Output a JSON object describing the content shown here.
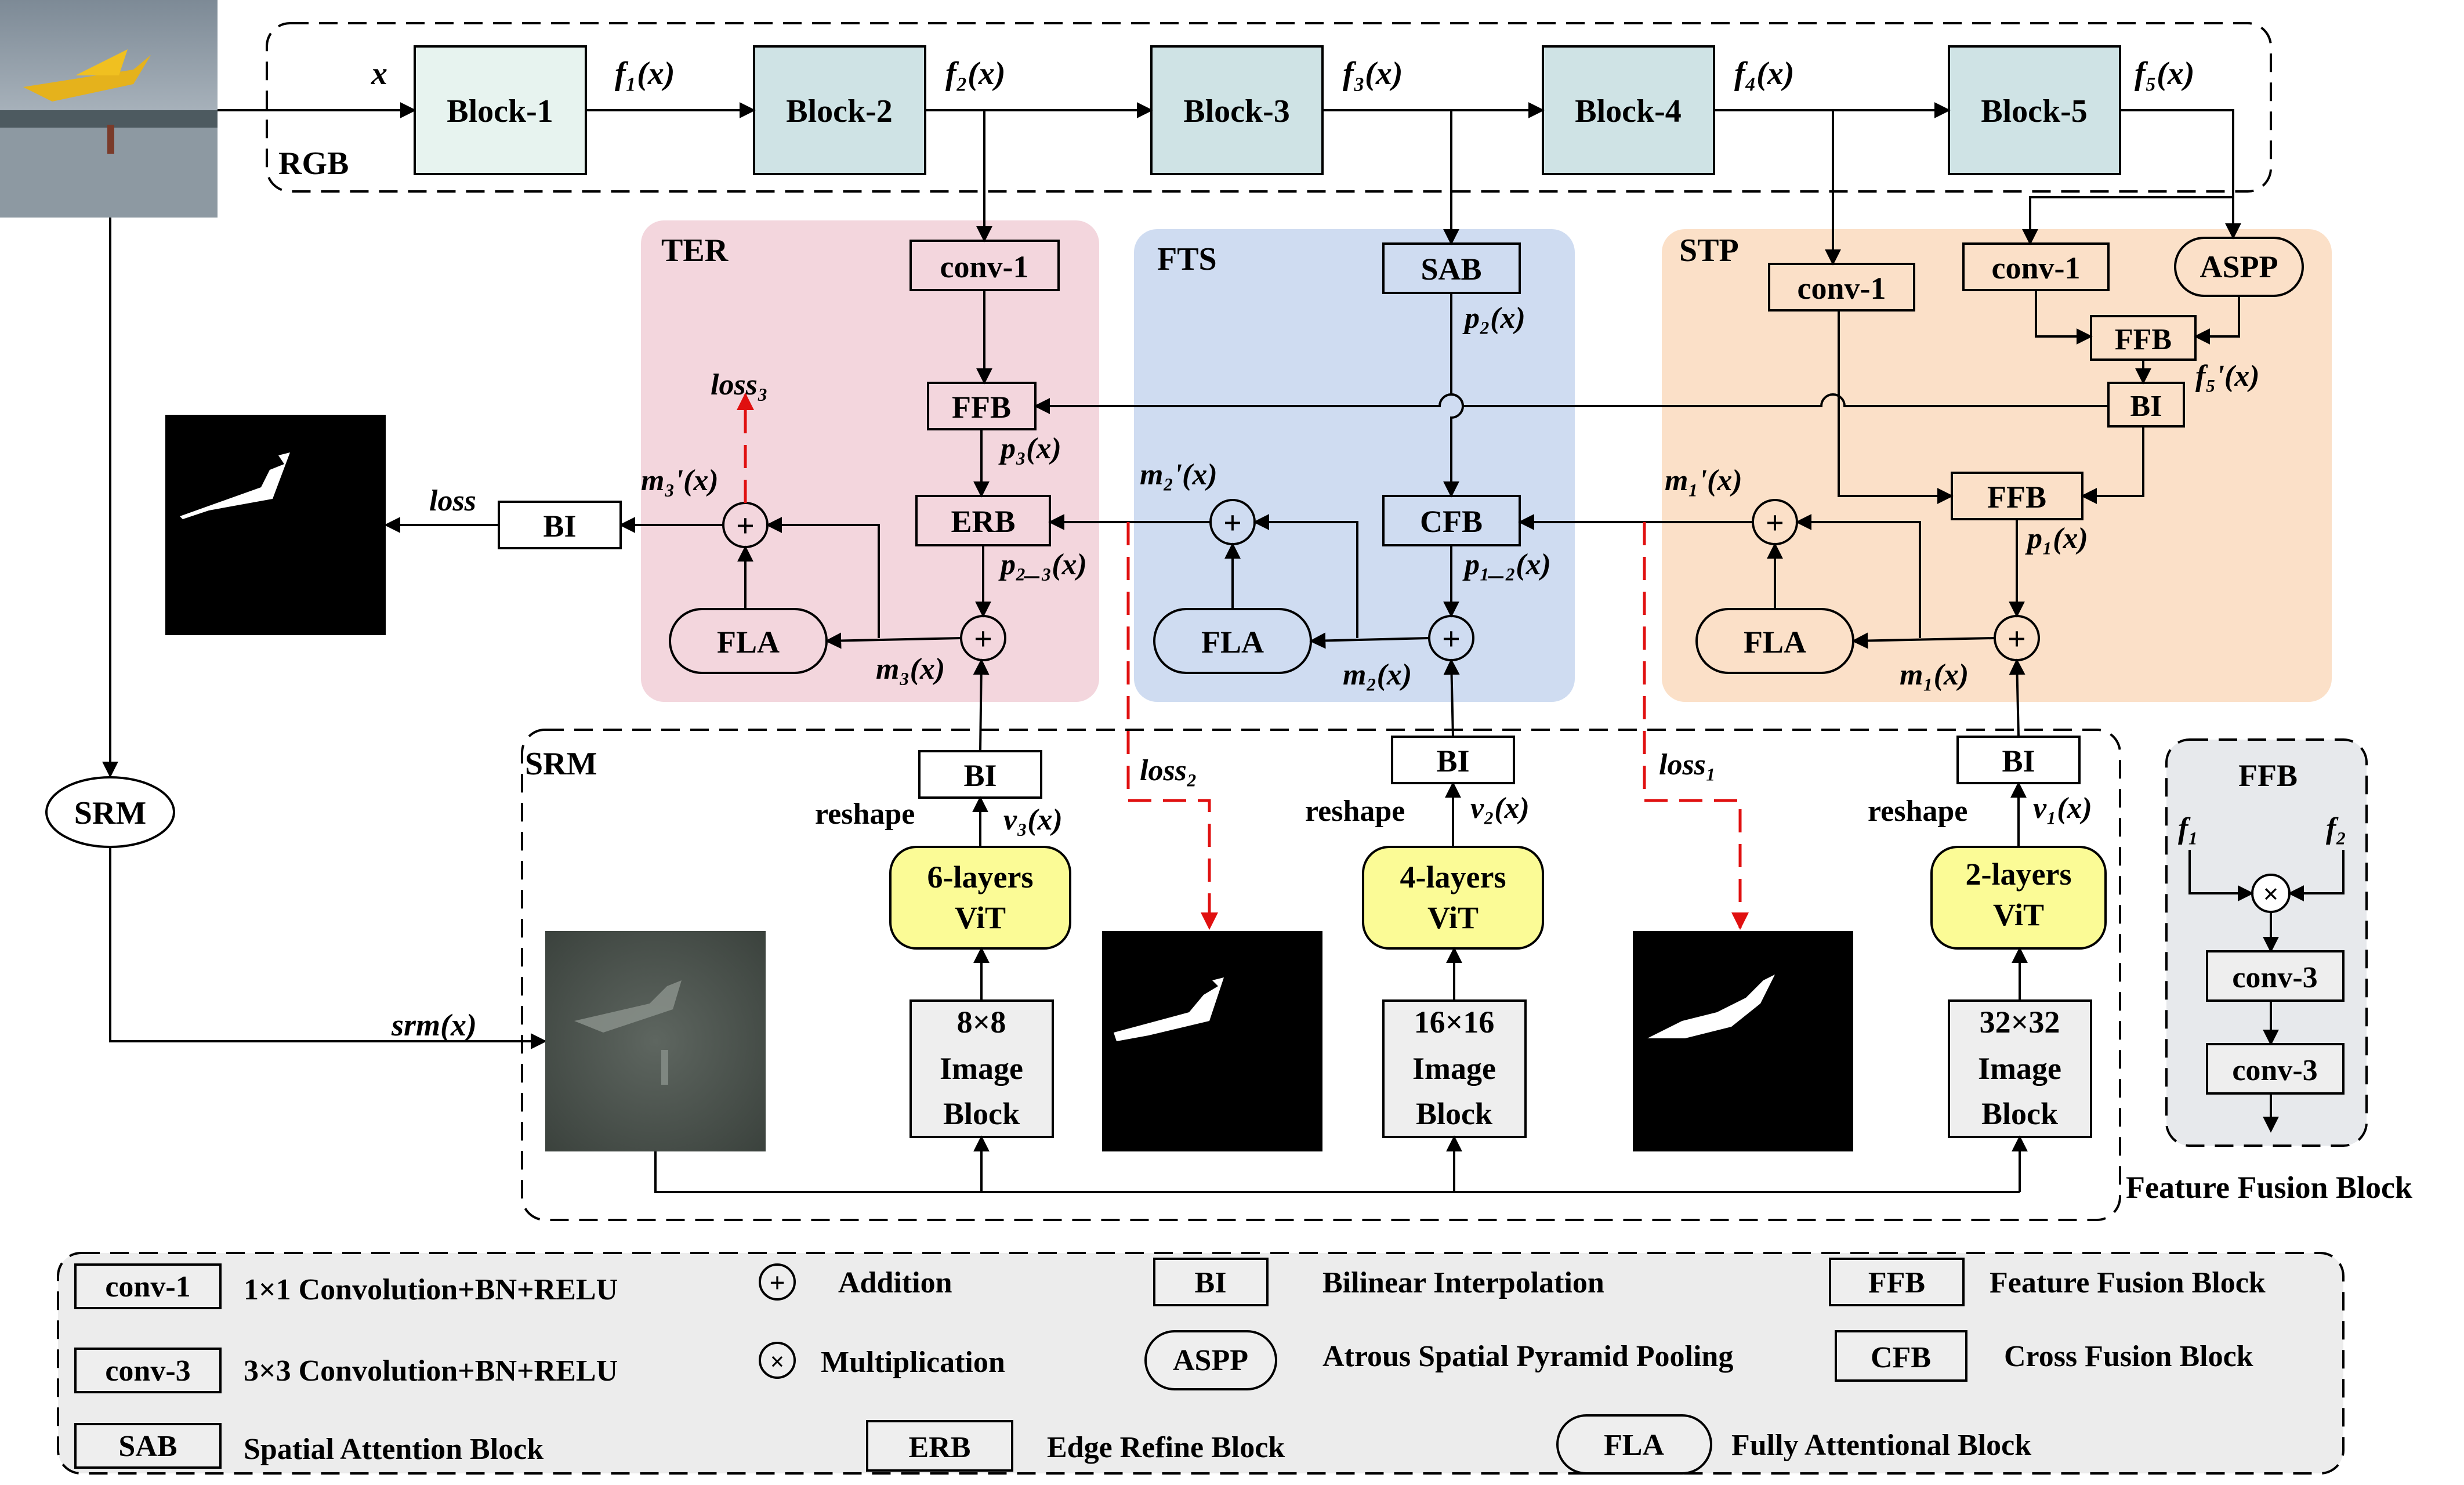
{
  "input_image_label": "RGB",
  "input_x": "x",
  "backbone": {
    "blocks": [
      "Block-1",
      "Block-2",
      "Block-3",
      "Block-4",
      "Block-5"
    ],
    "features": [
      "f₁(x)",
      "f₂(x)",
      "f₃(x)",
      "f₄(x)",
      "f₅(x)"
    ]
  },
  "ter": {
    "title": "TER",
    "conv": "conv-1",
    "ffb": "FFB",
    "erb": "ERB",
    "fla": "FLA",
    "p3": "p₃(x)",
    "p23": "p₂_₃(x)",
    "m3": "m₃(x)",
    "m3p": "m₃'(x)",
    "loss": "loss₃",
    "bi": "BI",
    "final_loss": "loss"
  },
  "fts": {
    "title": "FTS",
    "sab": "SAB",
    "cfb": "CFB",
    "fla": "FLA",
    "p2": "p₂(x)",
    "p12": "p₁_₂(x)",
    "m2": "m₂(x)",
    "m2p": "m₂'(x)",
    "loss": "loss₂"
  },
  "stp": {
    "title": "STP",
    "conv_a": "conv-1",
    "conv_b": "conv-1",
    "aspp": "ASPP",
    "ffb_top": "FFB",
    "bi": "BI",
    "ffb": "FFB",
    "fla": "FLA",
    "f5p": "f₅'(x)",
    "p1": "p₁(x)",
    "m1": "m₁(x)",
    "m1p": "m₁'(x)",
    "loss": "loss₁"
  },
  "srm": {
    "node": "SRM",
    "title": "SRM",
    "srm_x": "srm(x)",
    "reshape": "reshape",
    "bi": "BI",
    "vit": [
      {
        "line1": "6-layers",
        "line2": "ViT",
        "v": "v₃(x)",
        "blk1": "8×8",
        "blk2": "Image",
        "blk3": "Block"
      },
      {
        "line1": "4-layers",
        "line2": "ViT",
        "v": "v₂(x)",
        "blk1": "16×16",
        "blk2": "Image",
        "blk3": "Block"
      },
      {
        "line1": "2-layers",
        "line2": "ViT",
        "v": "v₁(x)",
        "blk1": "32×32",
        "blk2": "Image",
        "blk3": "Block"
      }
    ]
  },
  "ffb_detail": {
    "title": "FFB",
    "f1": "f₁",
    "f2": "f₂",
    "conv_a": "conv-3",
    "conv_b": "conv-3",
    "caption": "Feature Fusion Block"
  },
  "legend": [
    {
      "sym": "conv-1",
      "desc": "1×1 Convolution+BN+RELU"
    },
    {
      "sym": "conv-3",
      "desc": "3×3 Convolution+BN+RELU"
    },
    {
      "sym": "SAB",
      "desc": "Spatial Attention Block"
    },
    {
      "sym": "+",
      "desc": "Addition"
    },
    {
      "sym": "×",
      "desc": "Multiplication"
    },
    {
      "sym": "ERB",
      "desc": "Edge Refine Block"
    },
    {
      "sym": "BI",
      "desc": "Bilinear Interpolation"
    },
    {
      "sym": "ASPP",
      "desc": "Atrous Spatial Pyramid Pooling"
    },
    {
      "sym": "FLA",
      "desc": "Fully Attentional Block"
    },
    {
      "sym": "FFB",
      "desc": "Feature Fusion Block"
    },
    {
      "sym": "CFB",
      "desc": "Cross Fusion Block"
    }
  ],
  "colors": {
    "ter_bg": "#f3d6dd",
    "fts_bg": "#cfdcf1",
    "stp_bg": "#fbe0c8",
    "block_light": "#e7f3ef",
    "block": "#cfe3e5",
    "vit": "#fbfb96",
    "gray_box": "#eeeeee"
  }
}
